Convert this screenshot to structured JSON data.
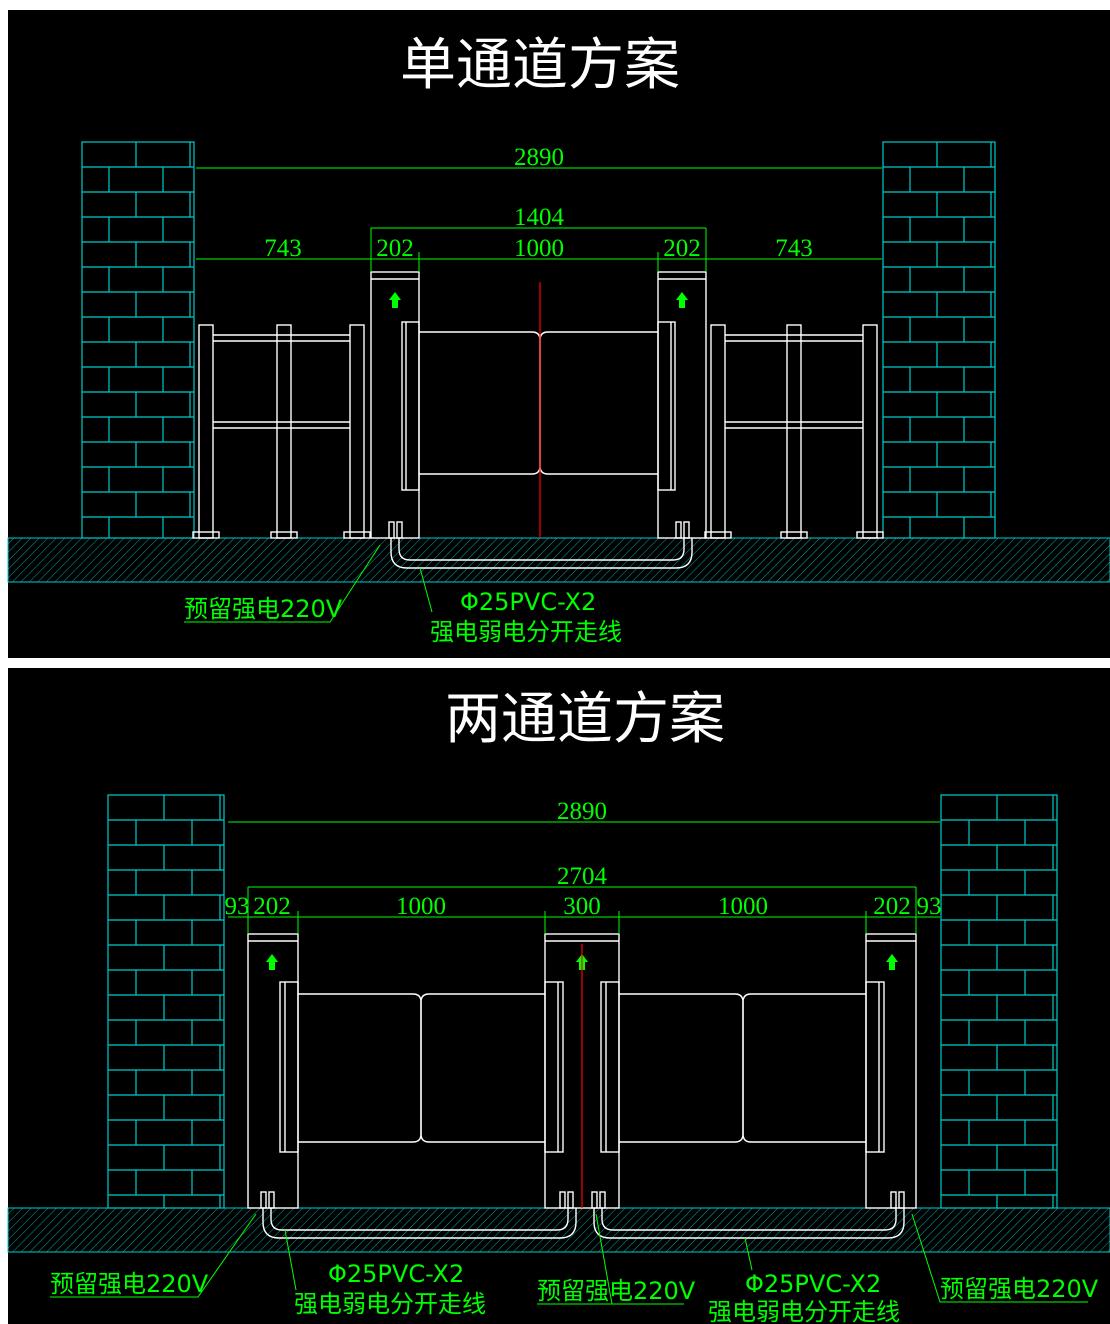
{
  "panels": [
    {
      "title": "单通道方案",
      "dims": {
        "overall": "2890",
        "span": "1404",
        "left_gap": "743",
        "left_post": "202",
        "lane": "1000",
        "right_post": "202",
        "right_gap": "743"
      },
      "notes": {
        "power": "预留强电220V",
        "conduit": "Φ25PVC-X2",
        "cable": "强电弱电分开走线"
      }
    },
    {
      "title": "两通道方案",
      "dims": {
        "overall": "2890",
        "span": "2704",
        "left_gap": "93",
        "left_post": "202",
        "lane1": "1000",
        "mid_post": "300",
        "lane2": "1000",
        "right_post": "202",
        "right_gap": "93"
      },
      "notes": {
        "power_left": "预留强电220V",
        "conduit_left": "Φ25PVC-X2",
        "cable_left": "强电弱电分开走线",
        "power_mid": "预留强电220V",
        "conduit_right": "Φ25PVC-X2",
        "cable_right": "强电弱电分开走线",
        "power_right": "预留强电220V"
      }
    }
  ],
  "colors": {
    "background": "#000000",
    "separator": "#ffffff",
    "dimension": "#00ff00",
    "brick": "#00cccc",
    "outline": "#ffffff",
    "centerline": "#ff0000"
  },
  "icons": [
    "arrow-up-icon"
  ]
}
